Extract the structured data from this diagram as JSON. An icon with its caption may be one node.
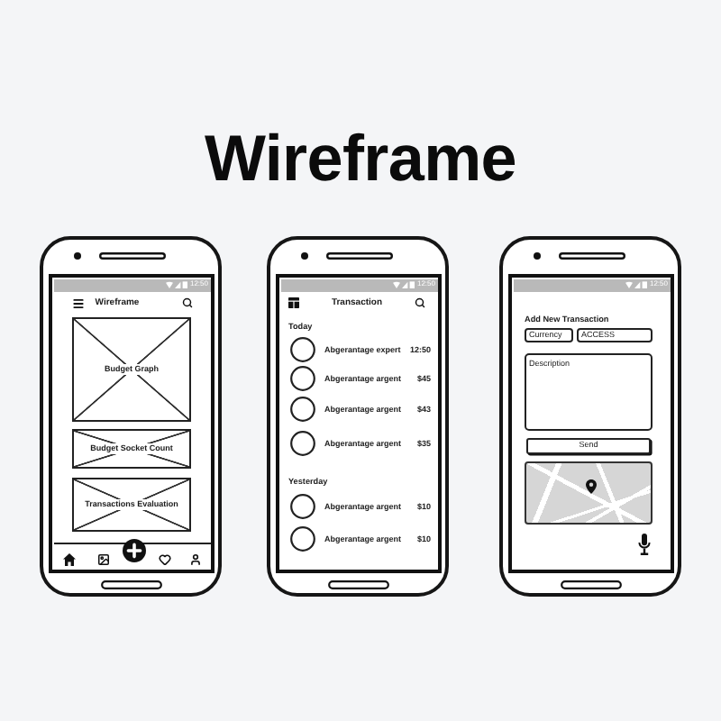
{
  "diagram": {
    "title": "Wireframe",
    "nodes": [
      {
        "text": [
          "12:50",
          "Wireframe"
        ]
      },
      {
        "text": [
          "Budget Graph"
        ],
        "in": 0
      },
      {
        "text": [
          "Budget Socket Count"
        ],
        "in": 0
      },
      {
        "text": [
          "Transactions Evaluation"
        ],
        "in": 0
      },
      {
        "text": [
          "12:50",
          "Transaction",
          "Today",
          "Abgerantage expert",
          "12:50",
          "Abgerantage argent",
          "$45",
          "Abgerantage argent",
          "$43",
          "Abgerantage argent",
          "$35",
          "Yesterday",
          "Abgerantage argent",
          "$10",
          "Abgerantage argent",
          "$10"
        ]
      },
      {
        "text": [
          "12:50",
          "Add New Transaction"
        ]
      },
      {
        "text": [
          "Currency"
        ],
        "in": 5
      },
      {
        "text": [
          "ACCESS"
        ],
        "in": 5
      },
      {
        "text": [
          "Description"
        ],
        "in": 5
      },
      {
        "text": [
          "Send"
        ],
        "in": 5
      },
      {
        "text": [],
        "shape": "picture",
        "in": 5
      }
    ]
  }
}
